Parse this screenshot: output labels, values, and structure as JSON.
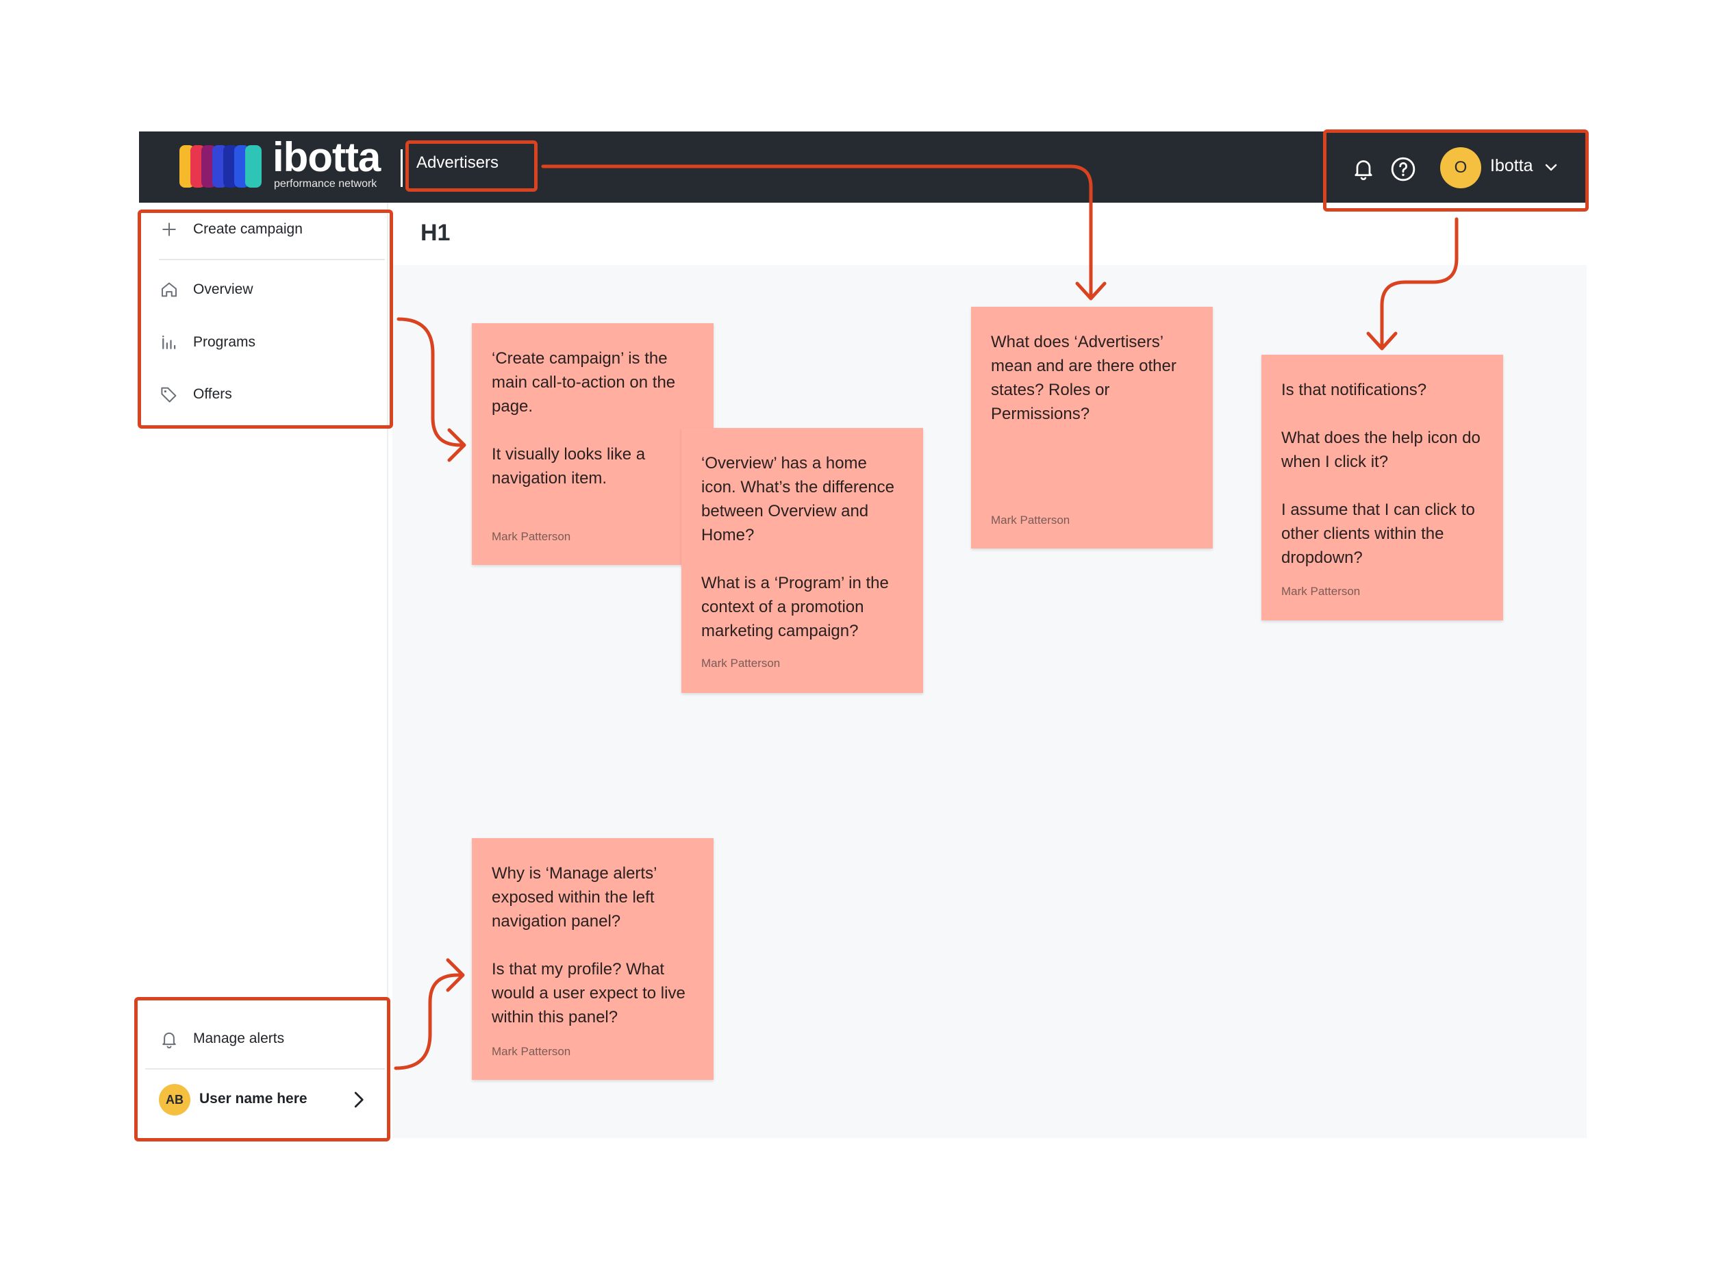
{
  "header": {
    "logo_word": "ibotta",
    "logo_sub": "performance network",
    "nav_item": "Advertisers",
    "account_initial": "O",
    "account_name": "Ibotta"
  },
  "page": {
    "title": "H1"
  },
  "sidebar": {
    "items": [
      {
        "label": "Create campaign",
        "icon": "plus-icon"
      },
      {
        "label": "Overview",
        "icon": "home-icon"
      },
      {
        "label": "Programs",
        "icon": "bar-chart-icon"
      },
      {
        "label": "Offers",
        "icon": "tag-icon"
      }
    ],
    "bottom": {
      "alerts_label": "Manage alerts",
      "user_initials": "AB",
      "user_name": "User name here"
    }
  },
  "notes": [
    {
      "paragraphs": [
        "‘Create campaign’ is the main call-to-action on the page.",
        "It visually looks like a navigation item."
      ],
      "author": "Mark Patterson"
    },
    {
      "paragraphs": [
        "‘Overview’ has a home icon. What’s the difference between Overview and Home?",
        "What is a ‘Program’ in the context of a promotion marketing campaign?"
      ],
      "author": "Mark Patterson"
    },
    {
      "paragraphs": [
        "What does ‘Advertisers’ mean and are there other states? Roles or Permissions?"
      ],
      "author": "Mark Patterson"
    },
    {
      "paragraphs": [
        "Is that notifications?",
        "What does the help icon do when I click it?",
        "I assume that I can click to other clients within the dropdown?"
      ],
      "author": "Mark Patterson"
    },
    {
      "paragraphs": [
        "Why is ‘Manage alerts’ exposed within the left navigation panel?",
        "Is that my profile? What would a user expect to live within this panel?"
      ],
      "author": "Mark Patterson"
    }
  ],
  "colors": {
    "topbar": "#262b31",
    "annotation": "#d9431f",
    "sticky_note": "#ffaea0",
    "avatar": "#f5bf3f"
  }
}
